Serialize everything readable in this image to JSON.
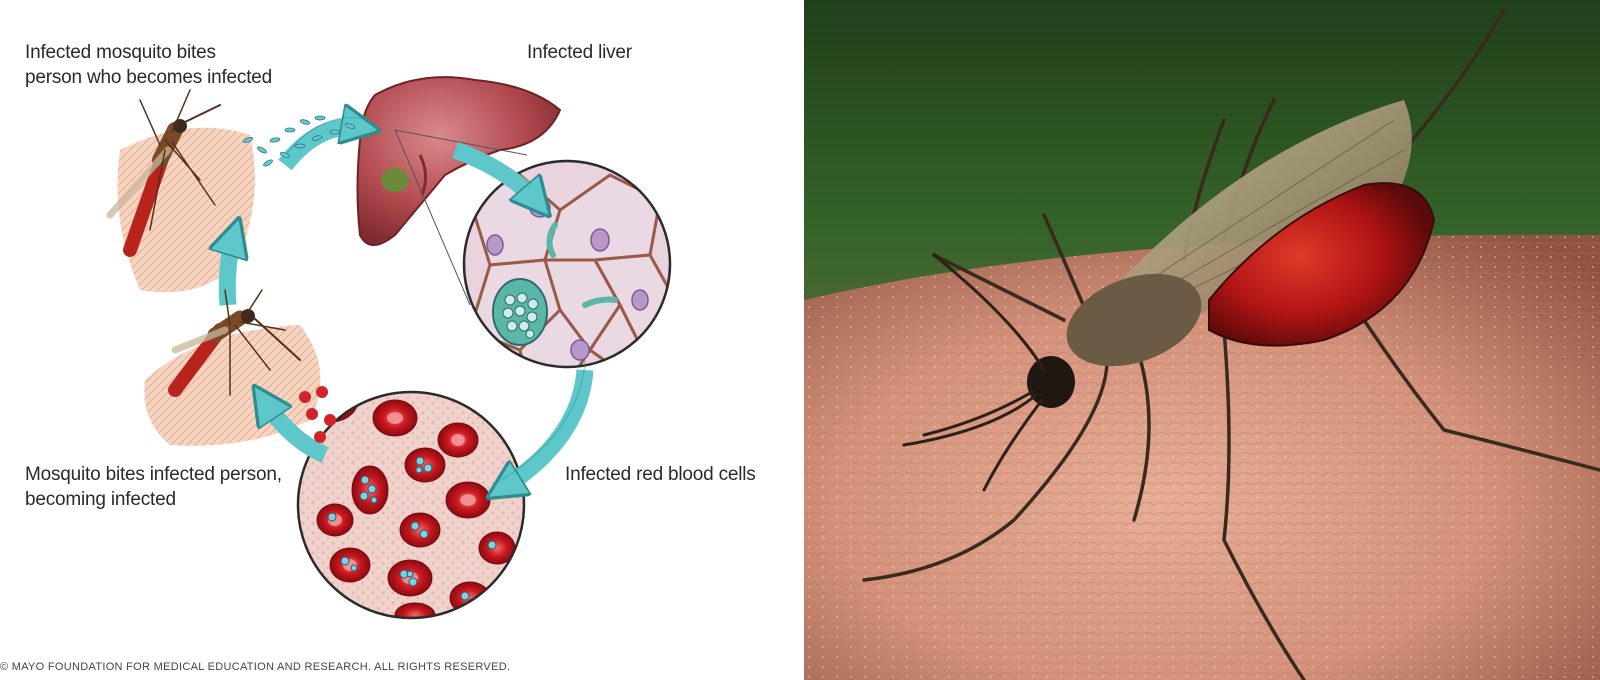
{
  "diagram": {
    "labels": {
      "mosquito_bites_person": "Infected mosquito bites\nperson who becomes infected",
      "infected_liver": "Infected liver",
      "mosquito_bites_infected": "Mosquito bites infected person,\nbecoming infected",
      "infected_rbc": "Infected red blood cells"
    },
    "credit": "© MAYO FOUNDATION FOR MEDICAL EDUCATION AND RESEARCH. ALL RIGHTS RESERVED.",
    "colors": {
      "arrow": "#5ec7c9",
      "liver": "#b24a4f",
      "rbc": "#c8161d",
      "liver_cell": "#e8d3df",
      "skin": "#f1c7ae"
    }
  },
  "photo": {
    "subject": "mosquito-feeding-on-skin",
    "colors": {
      "background": "#2f5a22",
      "skin": "#d4927b",
      "abdomen": "#b01414"
    }
  }
}
